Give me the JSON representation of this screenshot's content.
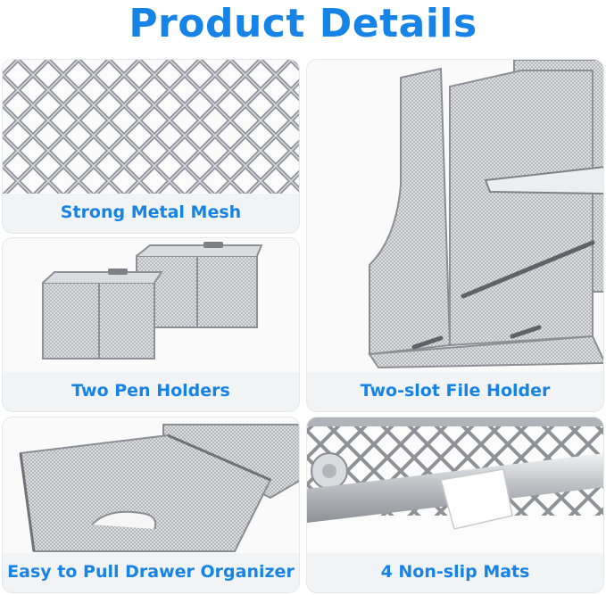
{
  "header": {
    "title": "Product Details"
  },
  "colors": {
    "accent": "#1683e6",
    "caption_bg": "#f2f3f4",
    "metal": "#9a9ea3"
  },
  "cards": [
    {
      "caption": "Strong Metal Mesh",
      "image": "metal-mesh-closeup"
    },
    {
      "caption": "Two Pen Holders",
      "image": "pen-holders"
    },
    {
      "caption": "Easy to Pull Drawer Organizer",
      "image": "drawer-organizer"
    },
    {
      "caption": "Two-slot File Holder",
      "image": "file-holder"
    },
    {
      "caption": "4 Non-slip Mats",
      "image": "non-slip-mat-closeup"
    }
  ]
}
